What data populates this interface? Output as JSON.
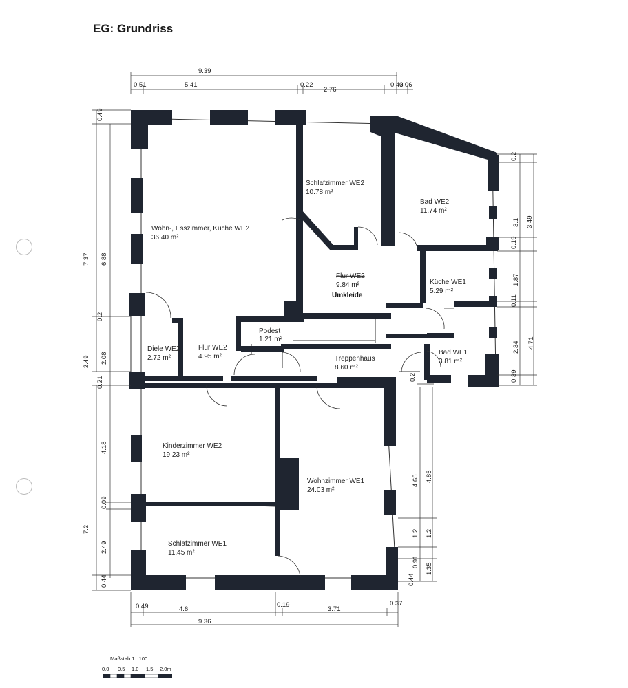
{
  "title": "EG:  Grundriss",
  "rooms": {
    "wohnen_we2": {
      "name": "Wohn-, Esszimmer, Küche WE2",
      "area": "36.40 m²"
    },
    "schlaf_we2": {
      "name": "Schlafzimmer WE2",
      "area": "10.78 m²"
    },
    "bad_we2": {
      "name": "Bad WE2",
      "area": "11.74 m²"
    },
    "flur_we2_top": {
      "name": "Flur WE2",
      "area": "9.84 m²",
      "note": "Umkleide"
    },
    "kueche_we1": {
      "name": "Küche WE1",
      "area": "5.29 m²"
    },
    "podest": {
      "name": "Podest",
      "area": "1.21 m²"
    },
    "diele_we2": {
      "name": "Diele WE2",
      "area": "2.72 m²"
    },
    "flur_we2": {
      "name": "Flur WE2",
      "area": "4.95 m²"
    },
    "treppenhaus": {
      "name": "Treppenhaus",
      "area": "8.60 m²"
    },
    "bad_we1": {
      "name": "Bad WE1",
      "area": "3.81 m²"
    },
    "kinder_we2": {
      "name": "Kinderzimmer WE2",
      "area": "19.23 m²"
    },
    "wohn_we1": {
      "name": "Wohnzimmer WE1",
      "area": "24.03 m²"
    },
    "schlaf_we1": {
      "name": "Schlafzimmer WE1",
      "area": "11.45 m²"
    }
  },
  "dims": {
    "top_total": "9.39",
    "top_a": "0.51",
    "top_b": "5.41",
    "top_c": "0.22",
    "top_d": "2.76",
    "top_e": "0.43",
    "top_f": "0.06",
    "left_a": "0.49",
    "left_outer_top": "7.37",
    "left_inner_top": "6.88",
    "left_b": "0.2",
    "left_outer_mid": "2.49",
    "left_inner_mid": "2.08",
    "left_c": "0.21",
    "left_d": "4.18",
    "left_e": "0.09",
    "left_outer_bot": "7.2",
    "left_f": "2.49",
    "left_g": "0.44",
    "right_a": "0.2",
    "right_b": "3.1",
    "right_c": "3.49",
    "right_d": "0.19",
    "right_e": "1.87",
    "right_f": "0.11",
    "right_g": "2.34",
    "right_h": "4.71",
    "right_i": "0.39",
    "right_j": "0.2",
    "mid_a": "4.65",
    "mid_b": "4.85",
    "mid_c": "1.2",
    "mid_d": "1.2",
    "mid_e": "0.91",
    "mid_f": "1.35",
    "mid_g": "0.44",
    "bot_a": "0.49",
    "bot_b": "4.6",
    "bot_c": "0.19",
    "bot_d": "3.71",
    "bot_e": "0.37",
    "bot_total": "9.36"
  },
  "scale": {
    "label": "Maßstab 1 : 100",
    "ticks": [
      "0.0",
      "0.5",
      "1.0",
      "1.5",
      "2.0m"
    ]
  },
  "colors": {
    "wall": "#1f2530",
    "line": "#333333"
  }
}
